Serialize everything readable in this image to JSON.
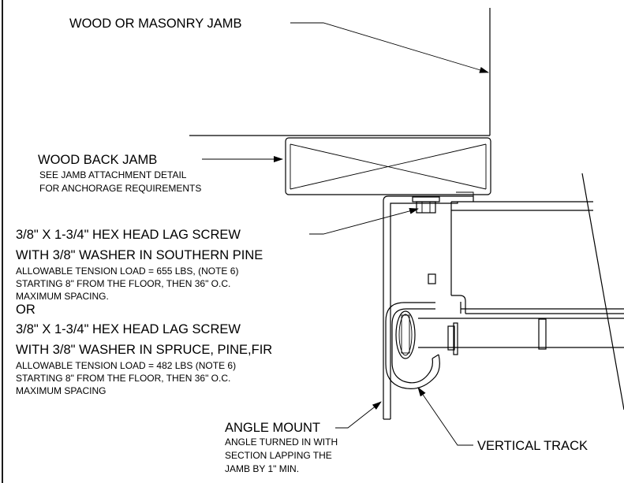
{
  "labels": {
    "jamb": "WOOD OR MASONRY JAMB",
    "back_jamb": {
      "title": "WOOD BACK JAMB",
      "notes": [
        "SEE JAMB ATTACHMENT DETAIL",
        "FOR ANCHORAGE REQUIREMENTS"
      ]
    },
    "lag_screw_a": {
      "lines": [
        "3/8\" X 1-3/4\" HEX HEAD LAG SCREW",
        "WITH 3/8\" WASHER IN SOUTHERN PINE"
      ],
      "notes": [
        "ALLOWABLE TENSION LOAD = 655 LBS, (NOTE 6)",
        "STARTING 8\" FROM THE FLOOR, THEN 36\" O.C.",
        "MAXIMUM SPACING."
      ]
    },
    "or": "OR",
    "lag_screw_b": {
      "lines": [
        "3/8\" X 1-3/4\" HEX HEAD LAG SCREW",
        "WITH 3/8\" WASHER IN SPRUCE, PINE,FIR"
      ],
      "notes": [
        "ALLOWABLE TENSION LOAD = 482 LBS (NOTE 6)",
        "STARTING 8\" FROM THE FLOOR, THEN 36\" O.C.",
        "MAXIMUM SPACING"
      ]
    },
    "angle_mount": {
      "title": "ANGLE MOUNT",
      "notes": [
        "ANGLE TURNED IN WITH",
        "SECTION LAPPING THE",
        "JAMB BY 1\" MIN."
      ]
    },
    "vertical_track": "VERTICAL TRACK"
  }
}
